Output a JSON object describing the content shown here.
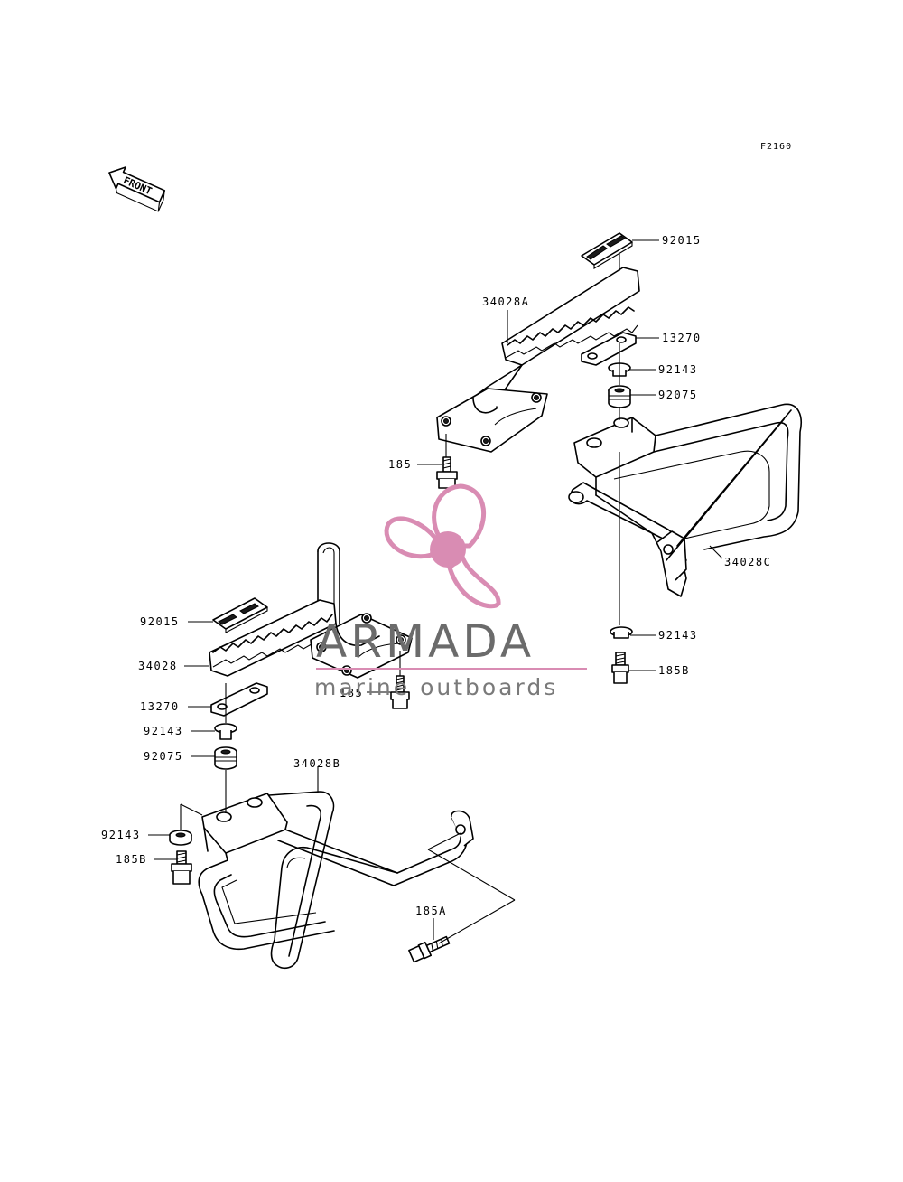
{
  "diagram": {
    "code": "F2160",
    "front_label": "FRONT",
    "parts": [
      {
        "id": "p-92015-top",
        "number": "92015"
      },
      {
        "id": "p-34028A",
        "number": "34028A"
      },
      {
        "id": "p-13270-top",
        "number": "13270"
      },
      {
        "id": "p-92143-top",
        "number": "92143"
      },
      {
        "id": "p-92075-top",
        "number": "92075"
      },
      {
        "id": "p-185-top",
        "number": "185"
      },
      {
        "id": "p-34028C",
        "number": "34028C"
      },
      {
        "id": "p-92143-right",
        "number": "92143"
      },
      {
        "id": "p-185B-right",
        "number": "185B"
      },
      {
        "id": "p-92015-left",
        "number": "92015"
      },
      {
        "id": "p-34028",
        "number": "34028"
      },
      {
        "id": "p-185-mid",
        "number": "185"
      },
      {
        "id": "p-13270-left",
        "number": "13270"
      },
      {
        "id": "p-92143-left",
        "number": "92143"
      },
      {
        "id": "p-92075-left",
        "number": "92075"
      },
      {
        "id": "p-34028B",
        "number": "34028B"
      },
      {
        "id": "p-92143-lower",
        "number": "92143"
      },
      {
        "id": "p-185B-lower",
        "number": "185B"
      },
      {
        "id": "p-185A",
        "number": "185A"
      }
    ]
  },
  "watermark": {
    "brand": "ARMADA",
    "tagline": "marine outboards",
    "logo_color": "#d98cb3",
    "text_color": "#6b6b6b"
  }
}
